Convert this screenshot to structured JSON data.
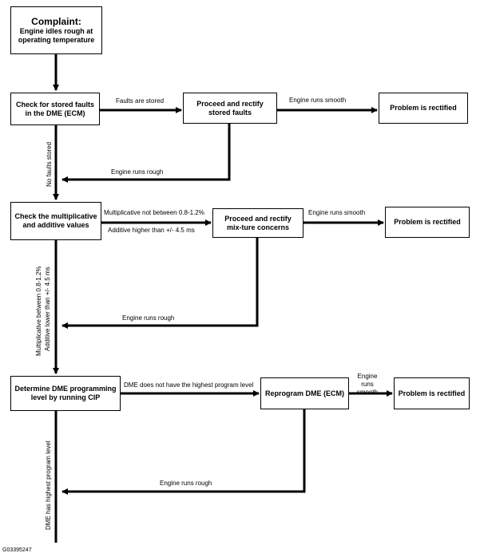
{
  "nodes": {
    "complaint": {
      "title": "Complaint:",
      "text": "Engine idles rough at operating temperature"
    },
    "check_faults": "Check for stored faults in the DME (ECM)",
    "rectify_faults": "Proceed and rectify stored faults",
    "rectified_1": "Problem is rectified",
    "check_values": "Check the multiplicative and additive values",
    "rectify_mixture": "Proceed and rectify mix-ture concerns",
    "rectified_2": "Problem is rectified",
    "determine_dme": "Determine DME programming level by running CIP",
    "reprogram_dme": "Reprogram DME (ECM)",
    "rectified_3": "Problem is rectified"
  },
  "edges": {
    "faults_stored": "Faults are stored",
    "runs_smooth_1": "Engine runs smooth",
    "no_faults": "No faults stored",
    "runs_rough_1": "Engine runs rough",
    "mult_not_between": "Multiplicative not between 0.8-1.2%",
    "additive_higher": "Additive higher than +/- 4.5 ms",
    "runs_smooth_2": "Engine runs smooth",
    "mult_between": "Multiplicative between 0.8-1.2%",
    "additive_lower": "Additive lower than +/- 4.5 ms",
    "runs_rough_2": "Engine runs rough",
    "dme_not_highest": "DME does not have the highest program level",
    "runs_smooth_3": "Engine runs smooth",
    "dme_highest": "DME has highest program level",
    "runs_rough_3": "Engine runs rough"
  },
  "figure_id": "G03395247"
}
